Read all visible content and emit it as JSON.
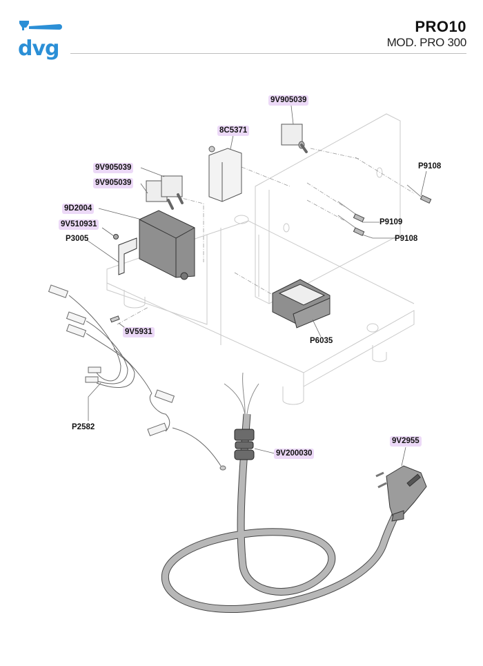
{
  "header": {
    "brand": "dvg",
    "title": "PRO10",
    "subtitle": "MOD. PRO 300"
  },
  "colors": {
    "brand_blue": "#2b8fd6",
    "label_highlight": "#ecd9f7",
    "rule": "#bdbdbd",
    "part_fill": "#8f8f8f",
    "cable_fill": "#b7b7b7"
  },
  "parts": [
    {
      "id": "switch-top",
      "code": "9V905039",
      "highlighted": true
    },
    {
      "id": "relay",
      "code": "8C5371",
      "highlighted": true
    },
    {
      "id": "switch-left-1",
      "code": "9V905039",
      "highlighted": true
    },
    {
      "id": "switch-left-2",
      "code": "9V905039",
      "highlighted": true
    },
    {
      "id": "control-box",
      "code": "9D2004",
      "highlighted": true
    },
    {
      "id": "screw-bracket",
      "code": "9V510931",
      "highlighted": true
    },
    {
      "id": "bracket",
      "code": "P3005",
      "highlighted": false
    },
    {
      "id": "lamp-top-right",
      "code": "P9108",
      "highlighted": false
    },
    {
      "id": "lamp-middle",
      "code": "P9109",
      "highlighted": false
    },
    {
      "id": "lamp-lower",
      "code": "P9108",
      "highlighted": false
    },
    {
      "id": "screw-base",
      "code": "9V5931",
      "highlighted": true
    },
    {
      "id": "display",
      "code": "P6035",
      "highlighted": false
    },
    {
      "id": "wiring-harness",
      "code": "P2582",
      "highlighted": false
    },
    {
      "id": "cable-gland",
      "code": "9V200030",
      "highlighted": true
    },
    {
      "id": "power-plug",
      "code": "9V2955",
      "highlighted": true
    }
  ]
}
